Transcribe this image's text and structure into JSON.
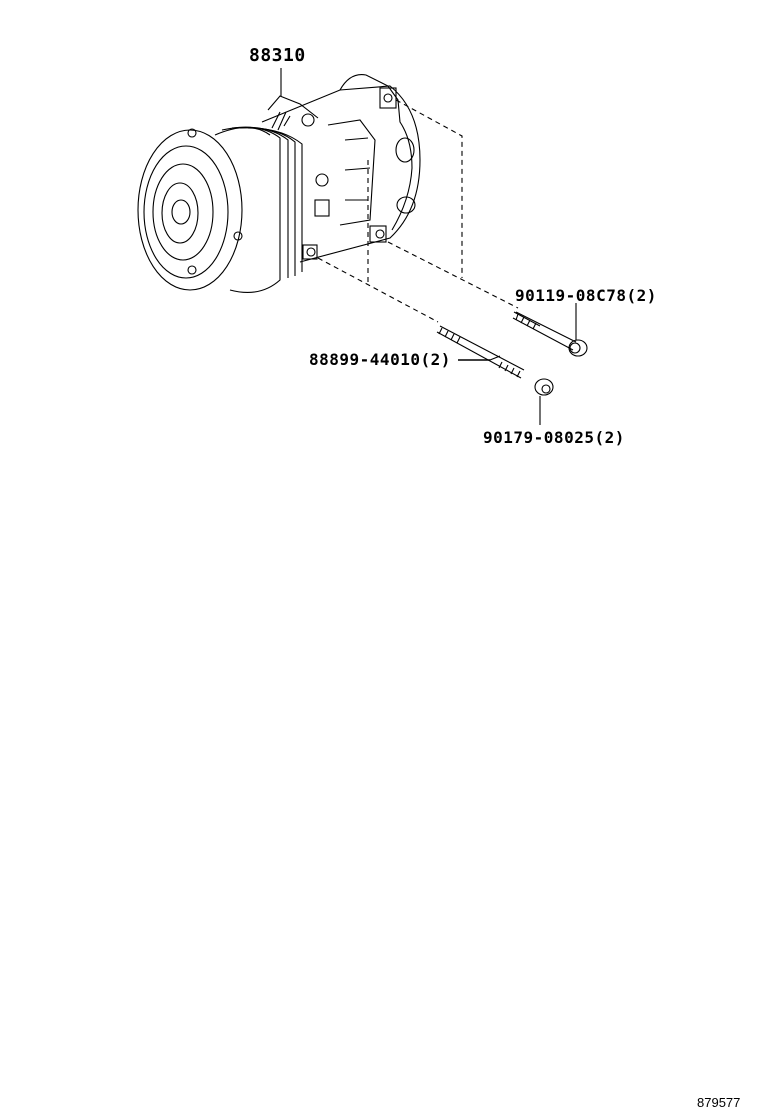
{
  "diagram": {
    "type": "parts-exploded-view",
    "parts": [
      {
        "id": "compressor",
        "part_number": "88310",
        "label": "88310"
      },
      {
        "id": "bolt",
        "part_number": "90119-08C78",
        "quantity": 2,
        "label": "90119-08C78(2)"
      },
      {
        "id": "stud",
        "part_number": "88899-44010",
        "quantity": 2,
        "label": "88899-44010(2)"
      },
      {
        "id": "nut",
        "part_number": "90179-08025",
        "quantity": 2,
        "label": "90179-08025(2)"
      }
    ],
    "reference_number": "879577"
  }
}
